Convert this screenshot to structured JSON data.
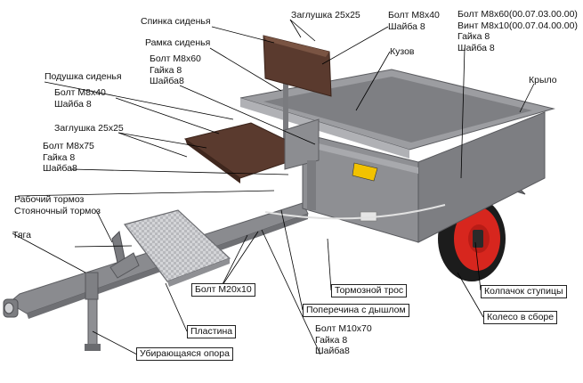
{
  "colors": {
    "body": "#8e8f93",
    "body_dark": "#6d6e72",
    "body_light": "#a5a6aa",
    "seat": "#5a3a2e",
    "tire": "#1a1a1a",
    "rim": "#d7261e",
    "leader": "#000000",
    "sticker": "#f2c200"
  },
  "labels": {
    "seat_back": "Спинка сиденья",
    "plug_top": "Заглушка 25х25",
    "bolt_top": "Болт М8х40\nШайба 8",
    "bolt_set_right": "Болт М8х60(00.07.03.00.00)\nВинт М8х10(00.07.04.00.00)\nГайка 8\nШайба 8",
    "seat_frame": "Рамка сиденья",
    "body": "Кузов",
    "bolt_m8x60_seat": "Болт М8х60\nГайка 8\nШайба8",
    "fender": "Крыло",
    "seat_cushion": "Подушка сиденья",
    "bolt_cushion": "Болт М8х40\nШайба 8",
    "plug_left": "Заглушка 25х25",
    "bolt_m8x75": "Болт М8х75\nГайка 8\nШайба8",
    "brakes": "Рабочий тормоз\nСтояночный тормоз",
    "rod": "Тяга",
    "bolt_m20": "Болт М20х10",
    "brake_cable": "Тормозной трос",
    "hub_cap": "Колпачок ступицы",
    "crossbar": "Поперечина с дышлом",
    "plate": "Пластина",
    "bolt_m10": "Болт М10х70\nГайка 8\nШайба8",
    "wheel": "Колесо в сборе",
    "support": "Убирающаяся опора"
  }
}
